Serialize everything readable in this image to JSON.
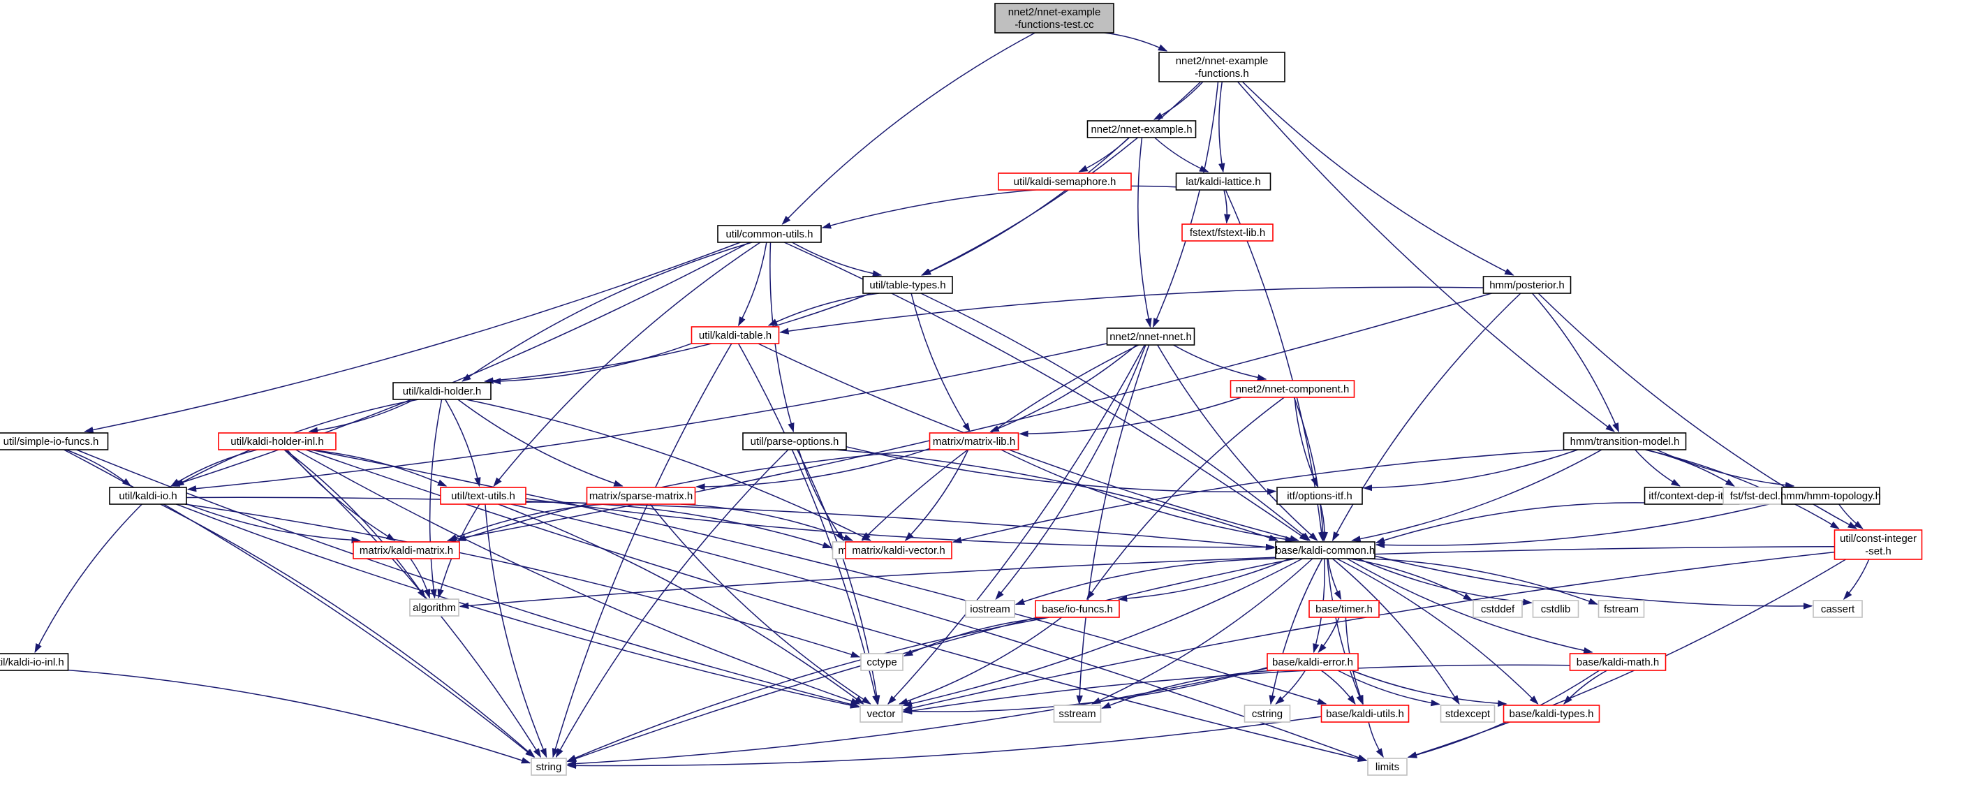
{
  "colors": {
    "edge": "#191970",
    "root_fill": "#bfbfbf",
    "root_border": "#000000",
    "local_border": "#000000",
    "truncated_border": "#ff0000",
    "system_border": "#bfbfbf",
    "node_fill": "#ffffff"
  },
  "nodes": [
    {
      "id": "root",
      "kind": "root",
      "lines": [
        "nnet2/nnet-example",
        "-functions-test.cc"
      ]
    },
    {
      "id": "nef",
      "kind": "local",
      "lines": [
        "nnet2/nnet-example",
        "-functions.h"
      ]
    },
    {
      "id": "nex",
      "kind": "local",
      "lines": [
        "nnet2/nnet-example.h"
      ]
    },
    {
      "id": "sema",
      "kind": "truncated",
      "lines": [
        "util/kaldi-semaphore.h"
      ]
    },
    {
      "id": "lat",
      "kind": "local",
      "lines": [
        "lat/kaldi-lattice.h"
      ]
    },
    {
      "id": "fstext",
      "kind": "truncated",
      "lines": [
        "fstext/fstext-lib.h"
      ]
    },
    {
      "id": "cu",
      "kind": "local",
      "lines": [
        "util/common-utils.h"
      ]
    },
    {
      "id": "tt",
      "kind": "local",
      "lines": [
        "util/table-types.h"
      ]
    },
    {
      "id": "post",
      "kind": "local",
      "lines": [
        "hmm/posterior.h"
      ]
    },
    {
      "id": "ktable",
      "kind": "truncated",
      "lines": [
        "util/kaldi-table.h"
      ]
    },
    {
      "id": "nnet",
      "kind": "local",
      "lines": [
        "nnet2/nnet-nnet.h"
      ]
    },
    {
      "id": "khold",
      "kind": "local",
      "lines": [
        "util/kaldi-holder.h"
      ]
    },
    {
      "id": "ncomp",
      "kind": "truncated",
      "lines": [
        "nnet2/nnet-component.h"
      ]
    },
    {
      "id": "sio",
      "kind": "local",
      "lines": [
        "util/simple-io-funcs.h"
      ]
    },
    {
      "id": "kholdinl",
      "kind": "truncated",
      "lines": [
        "util/kaldi-holder-inl.h"
      ]
    },
    {
      "id": "po",
      "kind": "local",
      "lines": [
        "util/parse-options.h"
      ]
    },
    {
      "id": "mlib",
      "kind": "truncated",
      "lines": [
        "matrix/matrix-lib.h"
      ]
    },
    {
      "id": "tm",
      "kind": "local",
      "lines": [
        "hmm/transition-model.h"
      ]
    },
    {
      "id": "kio",
      "kind": "local",
      "lines": [
        "util/kaldi-io.h"
      ]
    },
    {
      "id": "tu",
      "kind": "truncated",
      "lines": [
        "util/text-utils.h"
      ]
    },
    {
      "id": "sm",
      "kind": "truncated",
      "lines": [
        "matrix/sparse-matrix.h"
      ]
    },
    {
      "id": "itfo",
      "kind": "local",
      "lines": [
        "itf/options-itf.h"
      ]
    },
    {
      "id": "itfc",
      "kind": "local",
      "lines": [
        "itf/context-dep-itf.h"
      ]
    },
    {
      "id": "fstdecl",
      "kind": "system",
      "lines": [
        "fst/fst-decl.h"
      ]
    },
    {
      "id": "topo",
      "kind": "local",
      "lines": [
        "hmm/hmm-topology.h"
      ]
    },
    {
      "id": "kmat",
      "kind": "truncated",
      "lines": [
        "matrix/kaldi-matrix.h"
      ]
    },
    {
      "id": "map",
      "kind": "system",
      "lines": [
        "map"
      ]
    },
    {
      "id": "kvec",
      "kind": "truncated",
      "lines": [
        "matrix/kaldi-vector.h"
      ]
    },
    {
      "id": "kc",
      "kind": "local",
      "lines": [
        "base/kaldi-common.h"
      ]
    },
    {
      "id": "cis",
      "kind": "truncated",
      "lines": [
        "util/const-integer",
        "-set.h"
      ]
    },
    {
      "id": "algo",
      "kind": "system",
      "lines": [
        "algorithm"
      ]
    },
    {
      "id": "iostream",
      "kind": "system",
      "lines": [
        "iostream"
      ]
    },
    {
      "id": "iof",
      "kind": "truncated",
      "lines": [
        "base/io-funcs.h"
      ]
    },
    {
      "id": "timer",
      "kind": "truncated",
      "lines": [
        "base/timer.h"
      ]
    },
    {
      "id": "cstddef",
      "kind": "system",
      "lines": [
        "cstddef"
      ]
    },
    {
      "id": "cstdlib",
      "kind": "system",
      "lines": [
        "cstdlib"
      ]
    },
    {
      "id": "fstream",
      "kind": "system",
      "lines": [
        "fstream"
      ]
    },
    {
      "id": "cassert",
      "kind": "system",
      "lines": [
        "cassert"
      ]
    },
    {
      "id": "kioinl",
      "kind": "local",
      "lines": [
        "util/kaldi-io-inl.h"
      ]
    },
    {
      "id": "cctype",
      "kind": "system",
      "lines": [
        "cctype"
      ]
    },
    {
      "id": "kerr",
      "kind": "truncated",
      "lines": [
        "base/kaldi-error.h"
      ]
    },
    {
      "id": "kmath",
      "kind": "truncated",
      "lines": [
        "base/kaldi-math.h"
      ]
    },
    {
      "id": "vector",
      "kind": "system",
      "lines": [
        "vector"
      ]
    },
    {
      "id": "sstream",
      "kind": "system",
      "lines": [
        "sstream"
      ]
    },
    {
      "id": "cstring",
      "kind": "system",
      "lines": [
        "cstring"
      ]
    },
    {
      "id": "kutils",
      "kind": "truncated",
      "lines": [
        "base/kaldi-utils.h"
      ]
    },
    {
      "id": "stdexcept",
      "kind": "system",
      "lines": [
        "stdexcept"
      ]
    },
    {
      "id": "ktypes",
      "kind": "truncated",
      "lines": [
        "base/kaldi-types.h"
      ]
    },
    {
      "id": "string",
      "kind": "system",
      "lines": [
        "string"
      ]
    },
    {
      "id": "limits",
      "kind": "system",
      "lines": [
        "limits"
      ]
    }
  ],
  "edges": [
    [
      "root",
      "nef"
    ],
    [
      "root",
      "cu"
    ],
    [
      "nef",
      "nex"
    ],
    [
      "nef",
      "lat"
    ],
    [
      "nef",
      "tt"
    ],
    [
      "nef",
      "post"
    ],
    [
      "nef",
      "nnet"
    ],
    [
      "nef",
      "tm"
    ],
    [
      "nex",
      "sema"
    ],
    [
      "nex",
      "lat"
    ],
    [
      "nex",
      "tt"
    ],
    [
      "nex",
      "nnet"
    ],
    [
      "lat",
      "fstext"
    ],
    [
      "lat",
      "cu"
    ],
    [
      "lat",
      "kc"
    ],
    [
      "cu",
      "tt"
    ],
    [
      "cu",
      "ktable"
    ],
    [
      "cu",
      "khold"
    ],
    [
      "cu",
      "sio"
    ],
    [
      "cu",
      "po"
    ],
    [
      "cu",
      "kio"
    ],
    [
      "cu",
      "tu"
    ],
    [
      "cu",
      "kc"
    ],
    [
      "tt",
      "ktable"
    ],
    [
      "tt",
      "khold"
    ],
    [
      "tt",
      "mlib"
    ],
    [
      "tt",
      "kc"
    ],
    [
      "post",
      "ktable"
    ],
    [
      "post",
      "tm"
    ],
    [
      "post",
      "cis"
    ],
    [
      "post",
      "kmat"
    ],
    [
      "post",
      "kc"
    ],
    [
      "ktable",
      "khold"
    ],
    [
      "ktable",
      "kc"
    ],
    [
      "ktable",
      "vector"
    ],
    [
      "ktable",
      "string"
    ],
    [
      "nnet",
      "kio"
    ],
    [
      "nnet",
      "ncomp"
    ],
    [
      "nnet",
      "mlib"
    ],
    [
      "nnet",
      "kc"
    ],
    [
      "nnet",
      "vector"
    ],
    [
      "nnet",
      "map"
    ],
    [
      "nnet",
      "iostream"
    ],
    [
      "nnet",
      "sstream"
    ],
    [
      "khold",
      "kholdinl"
    ],
    [
      "khold",
      "kio"
    ],
    [
      "khold",
      "tu"
    ],
    [
      "khold",
      "sm"
    ],
    [
      "khold",
      "kvec"
    ],
    [
      "khold",
      "algo"
    ],
    [
      "ncomp",
      "mlib"
    ],
    [
      "ncomp",
      "itfo"
    ],
    [
      "ncomp",
      "kc"
    ],
    [
      "ncomp",
      "iof"
    ],
    [
      "sio",
      "kio"
    ],
    [
      "sio",
      "vector"
    ],
    [
      "sio",
      "string"
    ],
    [
      "kholdinl",
      "kio"
    ],
    [
      "kholdinl",
      "tu"
    ],
    [
      "kholdinl",
      "kmat"
    ],
    [
      "kholdinl",
      "algo"
    ],
    [
      "kholdinl",
      "vector"
    ],
    [
      "kholdinl",
      "string"
    ],
    [
      "kholdinl",
      "limits"
    ],
    [
      "kholdinl",
      "kutils"
    ],
    [
      "po",
      "itfo"
    ],
    [
      "po",
      "kc"
    ],
    [
      "po",
      "map"
    ],
    [
      "po",
      "vector"
    ],
    [
      "po",
      "string"
    ],
    [
      "mlib",
      "sm"
    ],
    [
      "mlib",
      "kmat"
    ],
    [
      "mlib",
      "kvec"
    ],
    [
      "mlib",
      "kc"
    ],
    [
      "tm",
      "itfo"
    ],
    [
      "tm",
      "itfc"
    ],
    [
      "tm",
      "fstdecl"
    ],
    [
      "tm",
      "topo"
    ],
    [
      "tm",
      "cis"
    ],
    [
      "tm",
      "kvec"
    ],
    [
      "tm",
      "kc"
    ],
    [
      "kio",
      "kmat"
    ],
    [
      "kio",
      "kc"
    ],
    [
      "kio",
      "kioinl"
    ],
    [
      "kio",
      "cctype"
    ],
    [
      "kio",
      "vector"
    ],
    [
      "kio",
      "string"
    ],
    [
      "tu",
      "kc"
    ],
    [
      "tu",
      "map"
    ],
    [
      "tu",
      "algo"
    ],
    [
      "tu",
      "vector"
    ],
    [
      "tu",
      "string"
    ],
    [
      "tu",
      "limits"
    ],
    [
      "sm",
      "kmat"
    ],
    [
      "sm",
      "kvec"
    ],
    [
      "sm",
      "vector"
    ],
    [
      "itfo",
      "kc"
    ],
    [
      "itfc",
      "kc"
    ],
    [
      "topo",
      "kc"
    ],
    [
      "topo",
      "cis"
    ],
    [
      "kmat",
      "algo"
    ],
    [
      "kc",
      "iostream"
    ],
    [
      "kc",
      "iof"
    ],
    [
      "kc",
      "timer"
    ],
    [
      "kc",
      "cstddef"
    ],
    [
      "kc",
      "cstdlib"
    ],
    [
      "kc",
      "fstream"
    ],
    [
      "kc",
      "cassert"
    ],
    [
      "kc",
      "kerr"
    ],
    [
      "kc",
      "kmath"
    ],
    [
      "kc",
      "vector"
    ],
    [
      "kc",
      "string"
    ],
    [
      "kc",
      "sstream"
    ],
    [
      "kc",
      "cstring"
    ],
    [
      "kc",
      "stdexcept"
    ],
    [
      "kc",
      "kutils"
    ],
    [
      "kc",
      "ktypes"
    ],
    [
      "cis",
      "algo"
    ],
    [
      "cis",
      "cassert"
    ],
    [
      "cis",
      "vector"
    ],
    [
      "cis",
      "limits"
    ],
    [
      "iof",
      "cctype"
    ],
    [
      "iof",
      "vector"
    ],
    [
      "iof",
      "string"
    ],
    [
      "timer",
      "kerr"
    ],
    [
      "timer",
      "kutils"
    ],
    [
      "kerr",
      "vector"
    ],
    [
      "kerr",
      "sstream"
    ],
    [
      "kerr",
      "cstring"
    ],
    [
      "kerr",
      "stdexcept"
    ],
    [
      "kerr",
      "string"
    ],
    [
      "kerr",
      "ktypes"
    ],
    [
      "kerr",
      "kutils"
    ],
    [
      "kmath",
      "vector"
    ],
    [
      "kmath",
      "limits"
    ],
    [
      "kmath",
      "ktypes"
    ],
    [
      "kutils",
      "string"
    ],
    [
      "kutils",
      "limits"
    ],
    [
      "kioinl",
      "string"
    ]
  ]
}
